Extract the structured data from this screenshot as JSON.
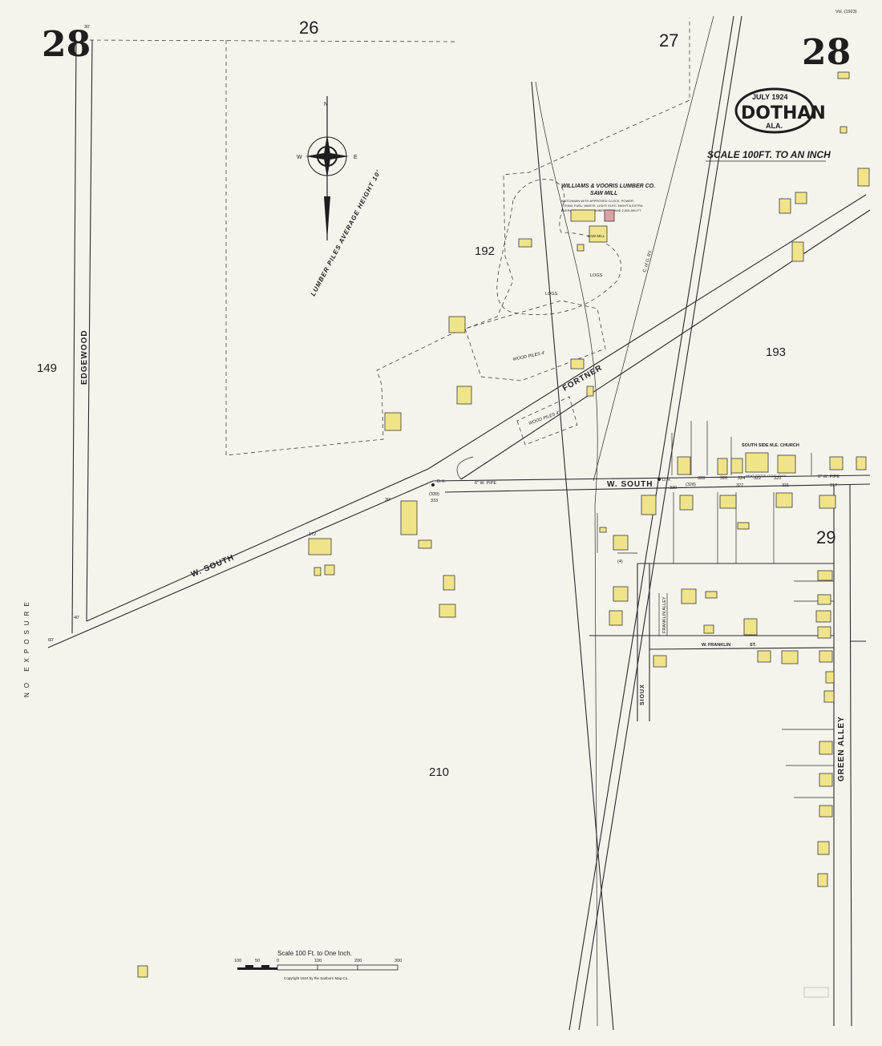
{
  "sheet": {
    "number": "28",
    "adjacent_sheets": [
      "26",
      "27",
      "29"
    ],
    "city": "DOTHAN",
    "state": "ALA.",
    "date": "JULY 1924",
    "scale_note": "SCALE 100FT. TO AN INCH",
    "scale_bar_label": "Scale 100 Ft. to One Inch.",
    "scale_ticks": [
      "100",
      "50",
      "0",
      "100",
      "200",
      "300"
    ],
    "copyright": "Copyright 1924 by the Sanborn Map Co.",
    "corner_ref": "Vol. (1923)"
  },
  "blocks": [
    "149",
    "192",
    "193",
    "210"
  ],
  "streets": {
    "edgewood": "EDGEWOOD",
    "w_south_west": "W. SOUTH",
    "w_south_east": "W. SOUTH",
    "fortner": "FORTNER",
    "franklin_alley": "FRANKLIN ALLEY",
    "w_franklin": "W. FRANKLIN",
    "st": "ST.",
    "sioux": "SIOUX",
    "green_alley": "GREEN ALLEY",
    "railroad": "C. of G. RY."
  },
  "side_note": "NO EXPOSURE",
  "labels": {
    "lumber_piles": "LUMBER PILES AVERAGE HEIGHT 10'",
    "lumber_co_name": "WILLIAMS & VOORIS LUMBER CO.",
    "lumber_co_sub": "SAW MILL",
    "lumber_co_notes": [
      "WATCHMAN WITH APPROVED CLOCK, POWER:",
      "STEAM, FUEL: WASTE, LIGHT: ELEC. NIGHT & EXTRA",
      "AVERAGE AMOUNT LUMBER ON HAND 2,000,000 FT."
    ],
    "saw_mill": "SAW MILL",
    "logs_1": "LOGS",
    "logs_2": "LOGS",
    "wood_piles_1": "WOOD PILES 4'",
    "wood_piles_2": "WOOD PILES 4'",
    "church": "SOUTH SIDE M.E. CHURCH",
    "church_notes": "HEAT: STOVE  LIGHT: ELEC.",
    "pipe_1": "6\" W. PIPE",
    "pipe_2": "6\" W. PIPE",
    "dh_1": "D.H.",
    "dh_2": "D.H."
  },
  "dimensions": [
    "30'",
    "40'",
    "60'",
    "30'"
  ],
  "address_labels": [
    "(339)",
    "333",
    "330",
    "328",
    "326",
    "324",
    "322",
    "320",
    "(328)",
    "327",
    "321",
    "317",
    "172",
    "(4)"
  ]
}
